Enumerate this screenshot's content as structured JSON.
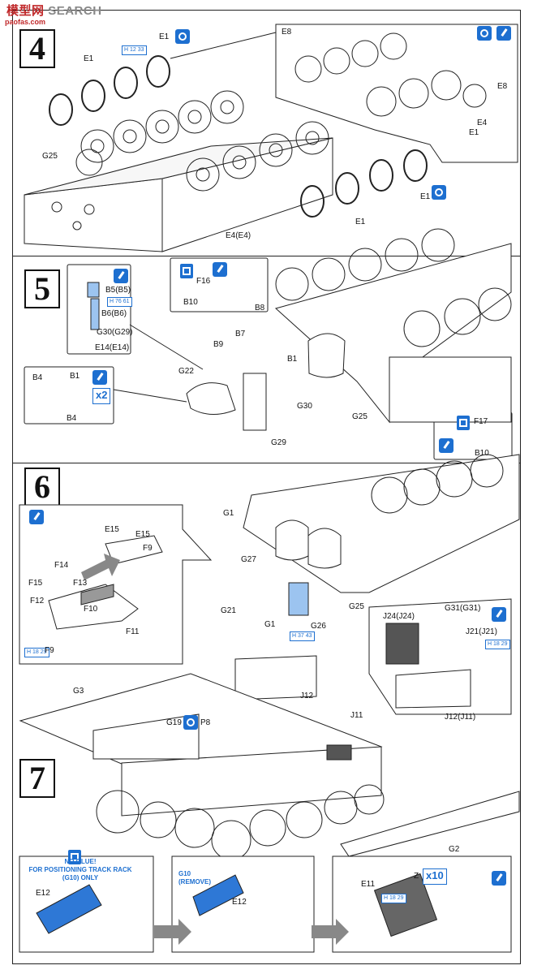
{
  "watermark": {
    "brand": "模型网",
    "search": "SEARCH",
    "sub": "paofas.com"
  },
  "steps": [
    {
      "number": "4"
    },
    {
      "number": "5"
    },
    {
      "number": "6"
    },
    {
      "number": "7"
    }
  ],
  "step4": {
    "labels": [
      "E1",
      "E1",
      "E8",
      "E8",
      "E4",
      "E1",
      "G25",
      "E1",
      "E1",
      "E4(E4)"
    ],
    "paint_code": "H 12 33"
  },
  "step5": {
    "labels": [
      "B5(B5)",
      "B6(B6)",
      "G30(G29)",
      "E14(E14)",
      "F16",
      "B10",
      "B8",
      "B7",
      "B9",
      "G22",
      "B1",
      "B4",
      "B1",
      "B4",
      "G30",
      "G25",
      "G29",
      "F17",
      "B10"
    ],
    "paint_code": "H 76 61",
    "multiplier": "x2"
  },
  "step6": {
    "labels": [
      "E15",
      "E15",
      "F9",
      "F14",
      "F15",
      "F13",
      "F12",
      "F10",
      "F11",
      "F9",
      "G1",
      "G27",
      "G21",
      "G1",
      "G26",
      "G25",
      "J24(J24)",
      "G31(G31)",
      "J21(J21)",
      "J12",
      "J12(J11)"
    ],
    "paint_codes": [
      "H 18 29",
      "H 37 43",
      "H 18 29"
    ]
  },
  "step7": {
    "labels": [
      "G3",
      "G19",
      "P8",
      "J11",
      "G2",
      "E12",
      "G10",
      "(REMOVE)",
      "E12",
      "E11",
      "Z"
    ],
    "note": [
      "NO GLUE!",
      "FOR POSITIONING TRACK RACK",
      "(G10) ONLY"
    ],
    "multiplier": "x10",
    "paint_code": "H 18 29"
  },
  "colors": {
    "accent": "#1d6fd0",
    "line": "#222222",
    "brand": "#c0282a"
  }
}
